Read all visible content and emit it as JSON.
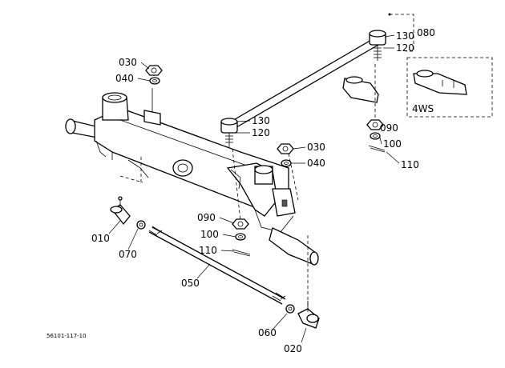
{
  "figure_code": "56101-117-10",
  "variant_label": "4WS",
  "callouts": {
    "c010": "010",
    "c020": "020",
    "c030a": "030",
    "c030b": "030",
    "c040a": "040",
    "c040b": "040",
    "c050": "050",
    "c060": "060",
    "c070": "070",
    "c080": "080",
    "c090a": "090",
    "c090b": "090",
    "c100a": "100",
    "c100b": "100",
    "c110a": "110",
    "c110b": "110",
    "c120a": "120",
    "c120b": "120",
    "c130a": "130",
    "c130b": "130"
  }
}
